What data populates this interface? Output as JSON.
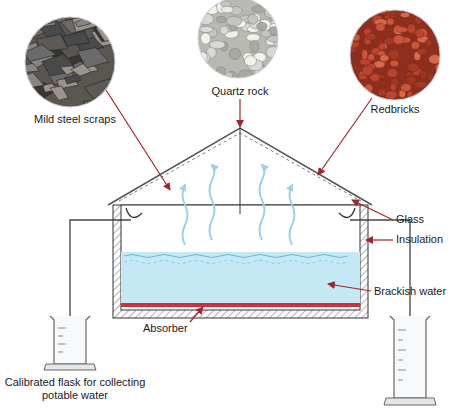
{
  "diagram": {
    "labels": [
      "Mild steel scraps",
      "Quartz rock",
      "Redbricks",
      "Glass",
      "Insulation",
      "Brackish water",
      "Absorber",
      "Calibrated flask for collecting potable water"
    ]
  }
}
